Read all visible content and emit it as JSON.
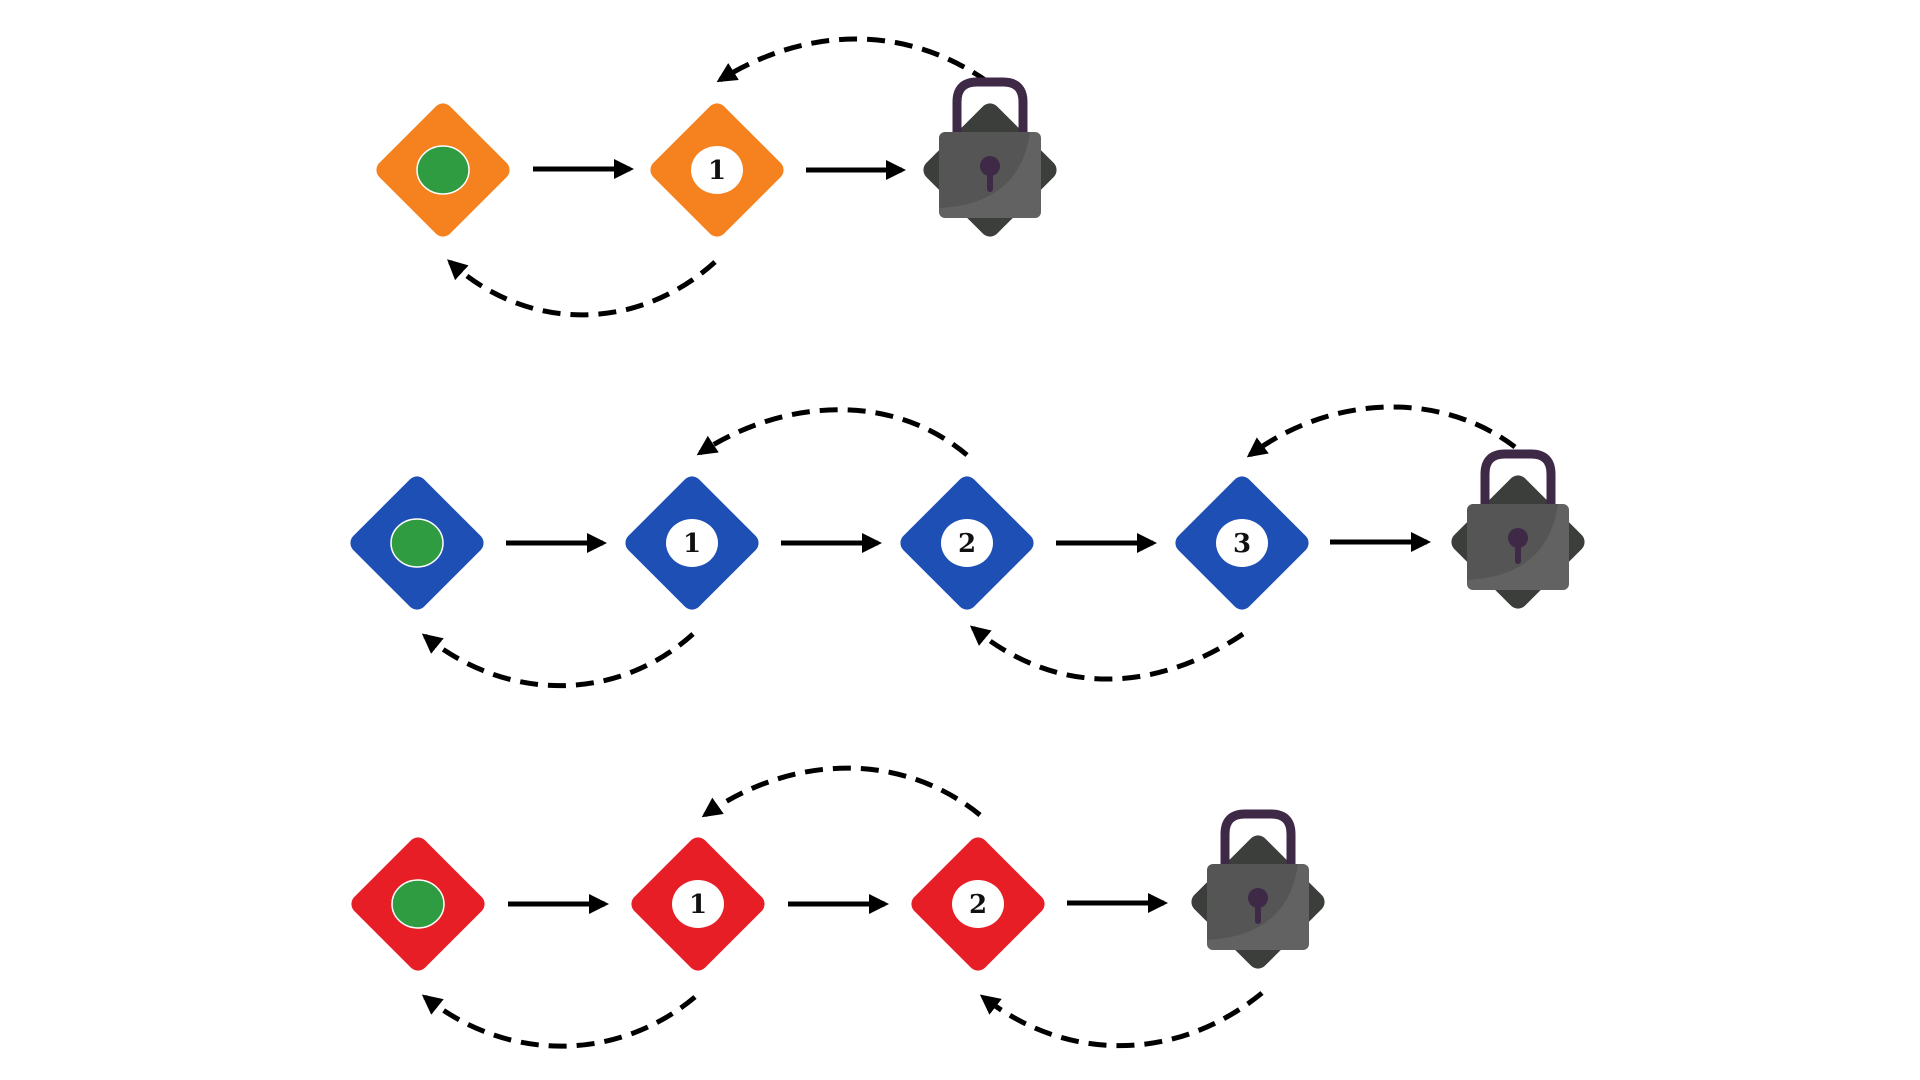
{
  "colors": {
    "orange": "#f5821f",
    "blue": "#1e4fb5",
    "red": "#e81e27",
    "start_dot": "#2f9c41",
    "label_disc": "#ffffff",
    "arrow": "#000000",
    "lock_body": "#555555",
    "lock_diamond": "#3b3e3b",
    "lock_shackle": "#3e2a47",
    "keyhole": "#3e2a47"
  },
  "rows": [
    {
      "color": "orange",
      "nodes": [
        {
          "kind": "start",
          "label": ""
        },
        {
          "kind": "step",
          "label": "1"
        },
        {
          "kind": "lock",
          "label": ""
        }
      ]
    },
    {
      "color": "blue",
      "nodes": [
        {
          "kind": "start",
          "label": ""
        },
        {
          "kind": "step",
          "label": "1"
        },
        {
          "kind": "step",
          "label": "2"
        },
        {
          "kind": "step",
          "label": "3"
        },
        {
          "kind": "lock",
          "label": ""
        }
      ]
    },
    {
      "color": "red",
      "nodes": [
        {
          "kind": "start",
          "label": ""
        },
        {
          "kind": "step",
          "label": "1"
        },
        {
          "kind": "step",
          "label": "2"
        },
        {
          "kind": "lock",
          "label": ""
        }
      ]
    }
  ]
}
